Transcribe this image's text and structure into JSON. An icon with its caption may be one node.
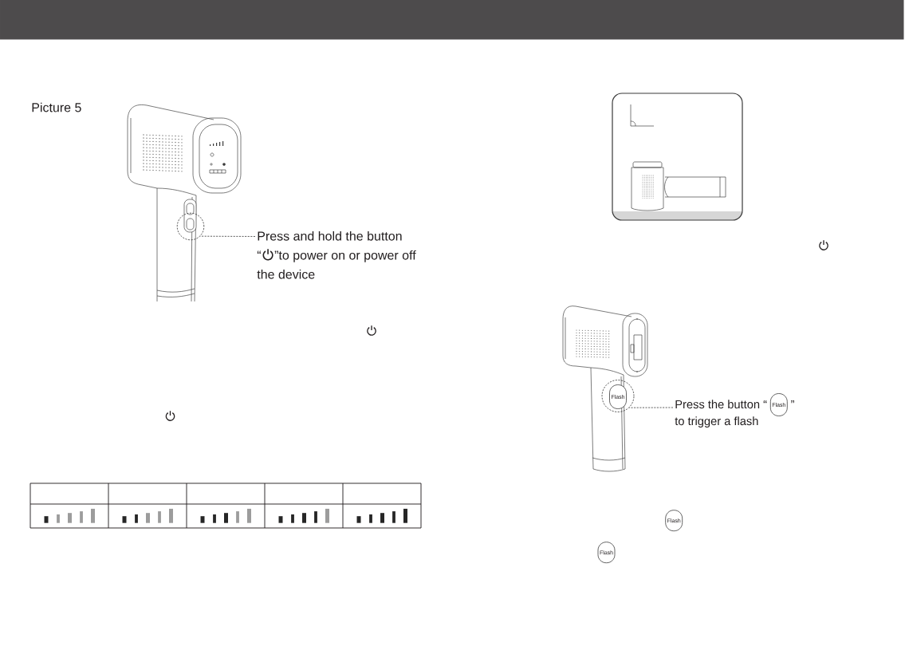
{
  "diagram": {
    "nodes": [
      {
        "text": [],
        "shape": "circle"
      },
      {
        "text": [
          "Press and hold the button",
          "“",
          "”to power on or power off",
          "the device"
        ]
      },
      {
        "text": [],
        "shape": "circle"
      },
      {
        "text": [
          "Press the button “",
          "Flash",
          "”",
          "to trigger a flash"
        ]
      }
    ],
    "edges": [
      {
        "from": 1,
        "to": 0,
        "arrow": "none",
        "style": "dashed"
      },
      {
        "from": 3,
        "to": 2,
        "arrow": "none",
        "style": "dashed"
      }
    ],
    "labels": [
      "Picture 5",
      "Flash",
      "Flash",
      "Flash"
    ]
  }
}
